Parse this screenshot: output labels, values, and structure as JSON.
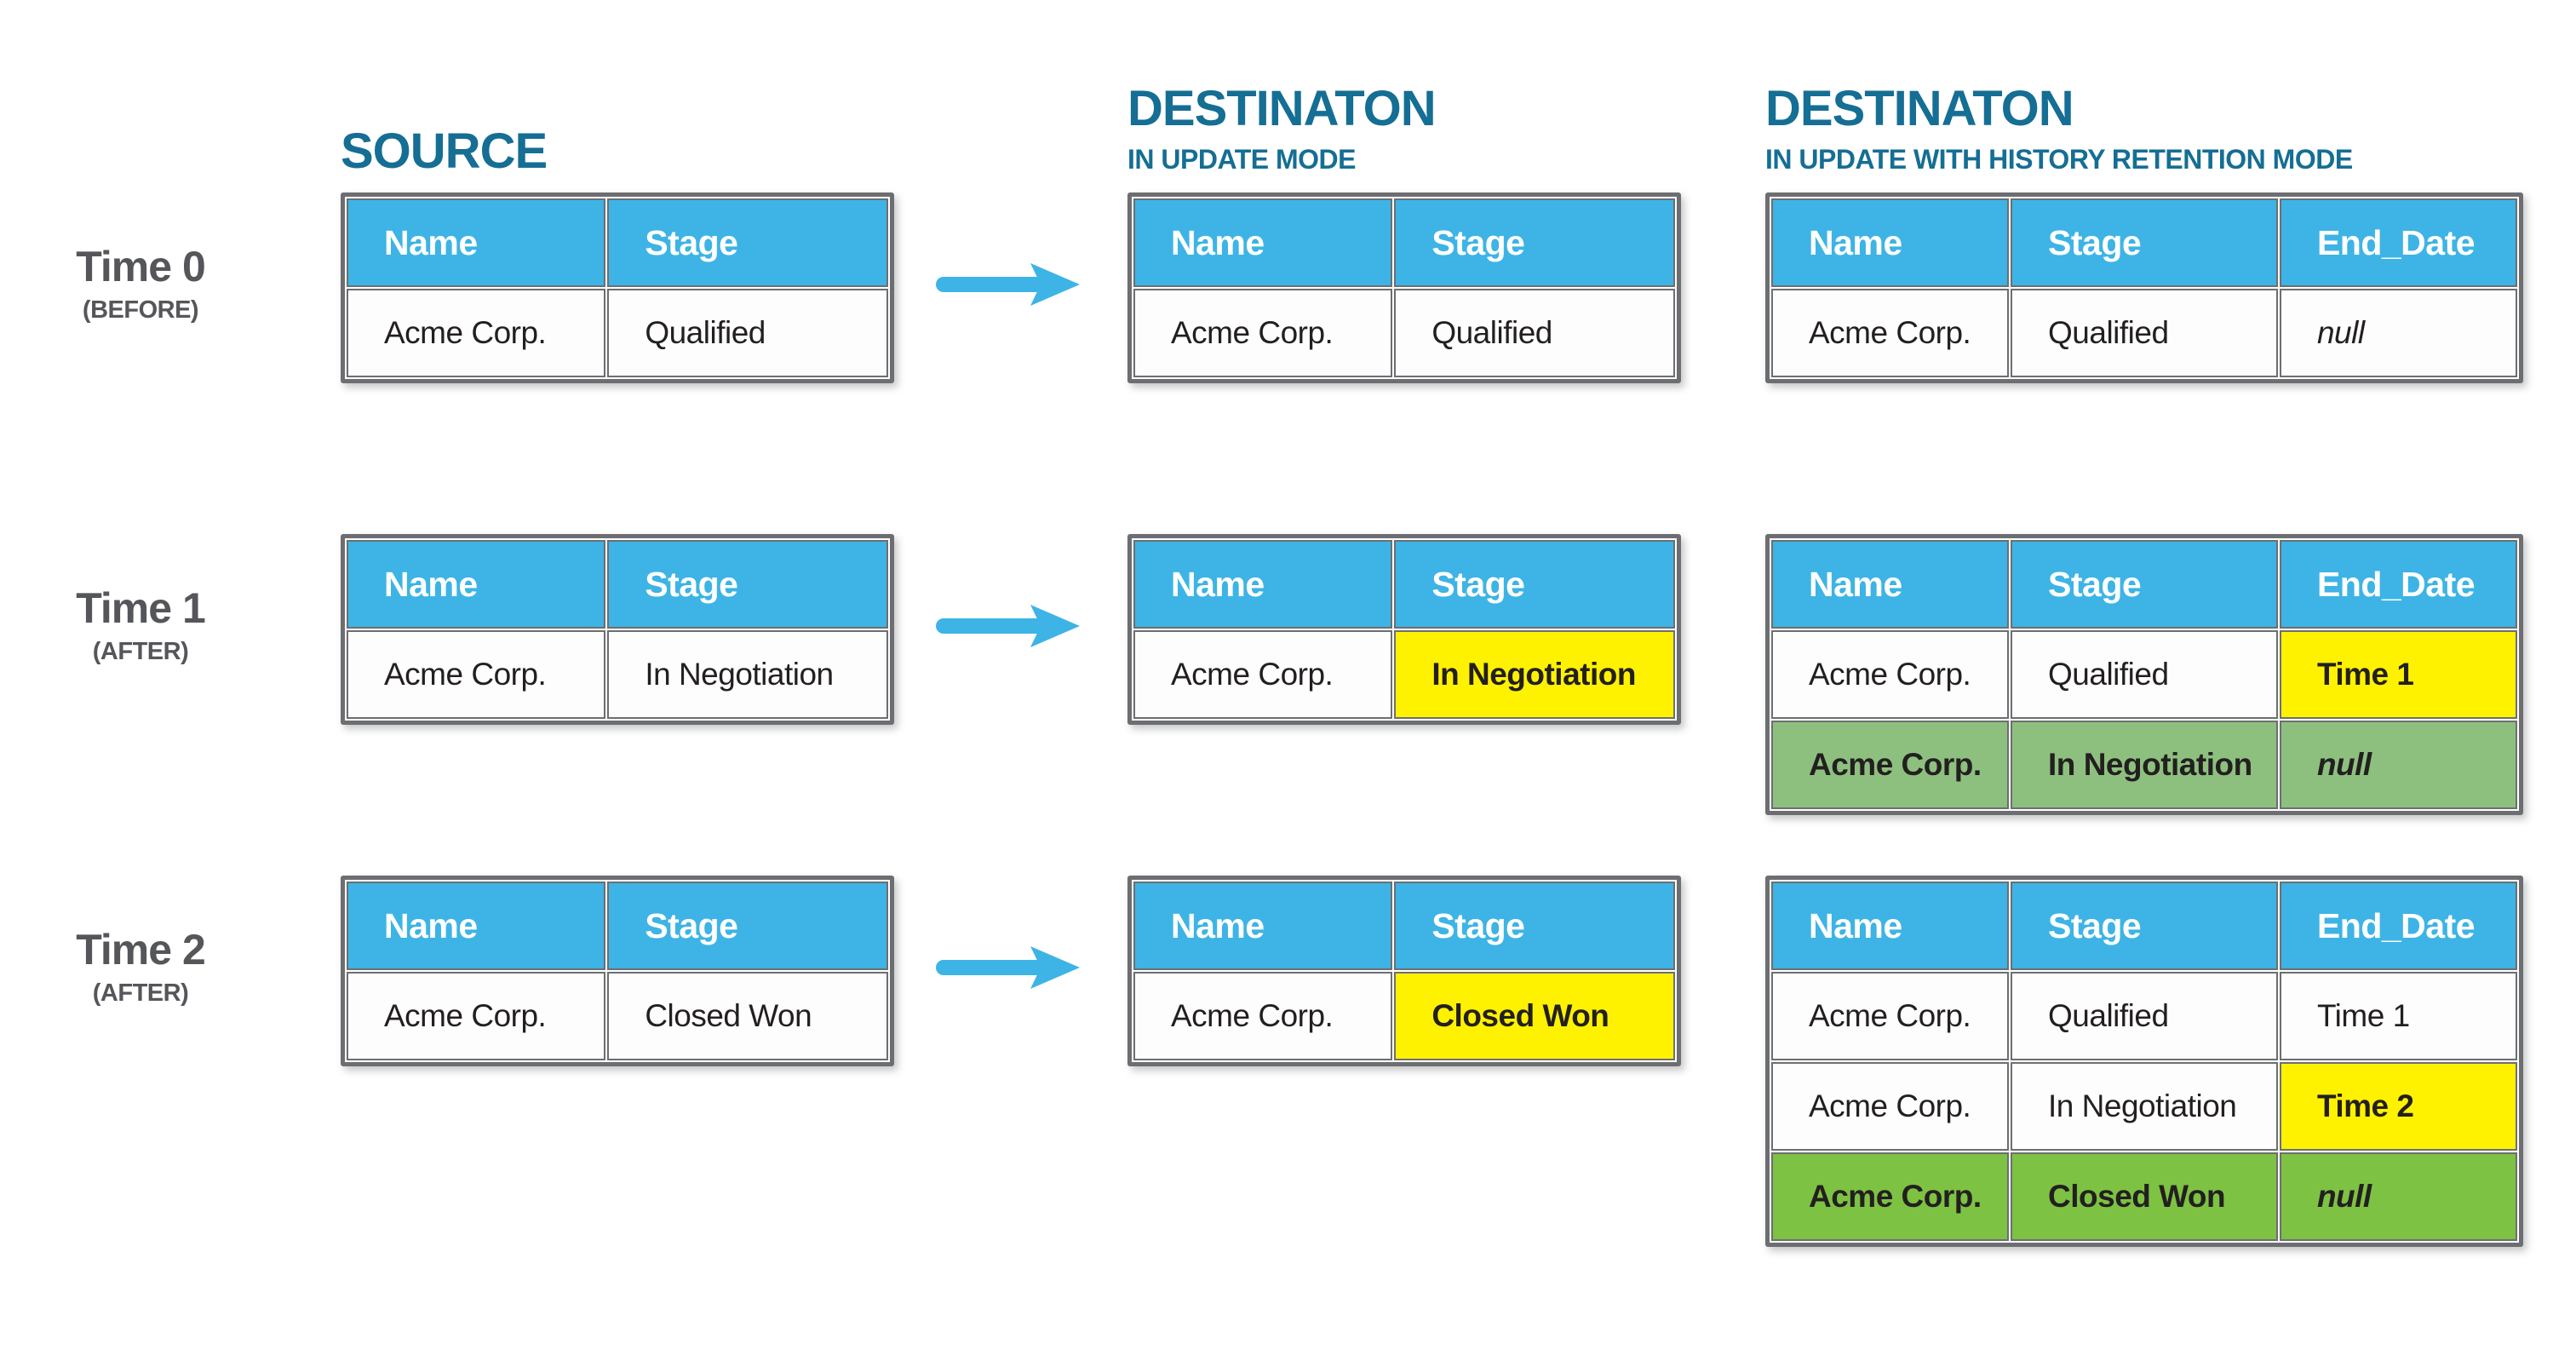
{
  "colors": {
    "heading_text": "#156e94",
    "table_header_bg": "#3db4e5",
    "table_header_text": "#ffffff",
    "table_border": "#6d6e71",
    "time_label_text": "#55565a",
    "cell_text": "#231f20",
    "highlight_yellow": "#fff200",
    "history_green_muted": "#8dc07e",
    "history_green_bright": "#7dc242",
    "arrow_blue": "#3db4e5"
  },
  "headings": {
    "source": {
      "title": "SOURCE"
    },
    "dest_update": {
      "title": "DESTINATON",
      "subtitle": "IN UPDATE MODE"
    },
    "dest_history": {
      "title": "DESTINATON",
      "subtitle": "IN UPDATE WITH HISTORY RETENTION MODE"
    }
  },
  "bands": [
    {
      "time": {
        "label": "Time 0",
        "phase": "(BEFORE)"
      },
      "source": {
        "headers": [
          "Name",
          "Stage"
        ],
        "rows": [
          [
            {
              "text": "Acme Corp."
            },
            {
              "text": "Qualified"
            }
          ]
        ]
      },
      "dest_update": {
        "headers": [
          "Name",
          "Stage"
        ],
        "rows": [
          [
            {
              "text": "Acme Corp."
            },
            {
              "text": "Qualified"
            }
          ]
        ]
      },
      "dest_history": {
        "headers": [
          "Name",
          "Stage",
          "End_Date"
        ],
        "rows": [
          [
            {
              "text": "Acme Corp."
            },
            {
              "text": "Qualified"
            },
            {
              "text": "null",
              "style": "italic"
            }
          ]
        ]
      }
    },
    {
      "time": {
        "label": "Time 1",
        "phase": "(AFTER)"
      },
      "source": {
        "headers": [
          "Name",
          "Stage"
        ],
        "rows": [
          [
            {
              "text": "Acme Corp."
            },
            {
              "text": "In Negotiation"
            }
          ]
        ]
      },
      "dest_update": {
        "headers": [
          "Name",
          "Stage"
        ],
        "rows": [
          [
            {
              "text": "Acme Corp."
            },
            {
              "text": "In Negotiation",
              "style": "highlight"
            }
          ]
        ]
      },
      "dest_history": {
        "headers": [
          "Name",
          "Stage",
          "End_Date"
        ],
        "rows": [
          [
            {
              "text": "Acme Corp."
            },
            {
              "text": "Qualified"
            },
            {
              "text": "Time 1",
              "style": "highlight"
            }
          ],
          [
            {
              "text": "Acme Corp.",
              "style": "green-muted"
            },
            {
              "text": "In Negotiation",
              "style": "green-muted"
            },
            {
              "text": "null",
              "style": "green-muted italic"
            }
          ]
        ]
      }
    },
    {
      "time": {
        "label": "Time 2",
        "phase": "(AFTER)"
      },
      "source": {
        "headers": [
          "Name",
          "Stage"
        ],
        "rows": [
          [
            {
              "text": "Acme Corp."
            },
            {
              "text": "Closed Won"
            }
          ]
        ]
      },
      "dest_update": {
        "headers": [
          "Name",
          "Stage"
        ],
        "rows": [
          [
            {
              "text": "Acme Corp."
            },
            {
              "text": "Closed Won",
              "style": "highlight"
            }
          ]
        ]
      },
      "dest_history": {
        "headers": [
          "Name",
          "Stage",
          "End_Date"
        ],
        "rows": [
          [
            {
              "text": "Acme Corp."
            },
            {
              "text": "Qualified"
            },
            {
              "text": "Time 1"
            }
          ],
          [
            {
              "text": "Acme Corp."
            },
            {
              "text": "In Negotiation"
            },
            {
              "text": "Time 2",
              "style": "highlight"
            }
          ],
          [
            {
              "text": "Acme Corp.",
              "style": "green-bright"
            },
            {
              "text": "Closed Won",
              "style": "green-bright"
            },
            {
              "text": "null",
              "style": "green-bright italic"
            }
          ]
        ]
      }
    }
  ]
}
